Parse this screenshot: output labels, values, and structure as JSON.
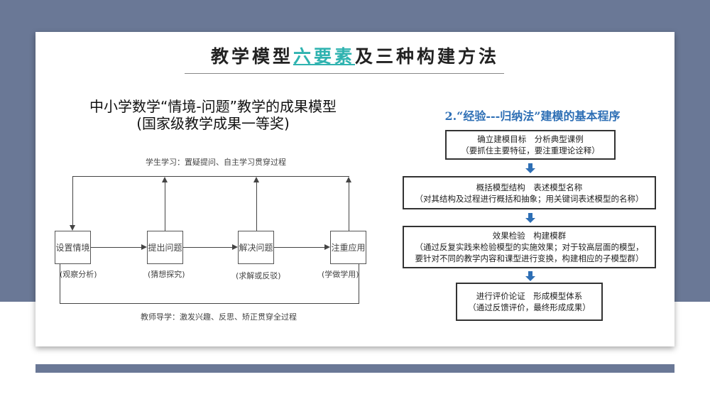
{
  "title": {
    "pre": "教学模型",
    "highlight": "六要素",
    "post": "及三种构建方法"
  },
  "left": {
    "title_line1": "中小学数学“情境-问题”教学的成果模型",
    "title_line2": "(国家级教学成果一等奖)",
    "top_label": "学生学习：置疑提问、自主学习贯穿过程",
    "bottom_label": "教师导学：激发兴趣、反思、矫正贯穿全过程",
    "steps": [
      {
        "label": "设置情境",
        "caption": "(观察分析)"
      },
      {
        "label": "提出问题",
        "caption": "(猜想探究)"
      },
      {
        "label": "解决问题",
        "caption": "(求解或反驳)"
      },
      {
        "label": "注重应用",
        "caption": "(学做学用)"
      }
    ]
  },
  "right": {
    "heading": "2.“经验---归纳法”建模的基本程序",
    "steps": [
      {
        "line1": "确立建模目标　分析典型课例",
        "line2": "（要抓住主要特征，要注重理论诠释）"
      },
      {
        "line1": "概括模型结构　表述模型名称",
        "line2": "（对其结构及过程进行概括和抽象；用关键词表述模型的名称）"
      },
      {
        "line1": "效果检验　构建模群",
        "line2": "（通过反复实践来检验模型的实施效果；对于较高层面的模型，",
        "line3": "要针对不同的教学内容和课型进行变换，构建相应的子模型群）"
      },
      {
        "line1": "进行评价论证　形成模型体系",
        "line2": "（通过反馈评价，最终形成成果）"
      }
    ]
  }
}
